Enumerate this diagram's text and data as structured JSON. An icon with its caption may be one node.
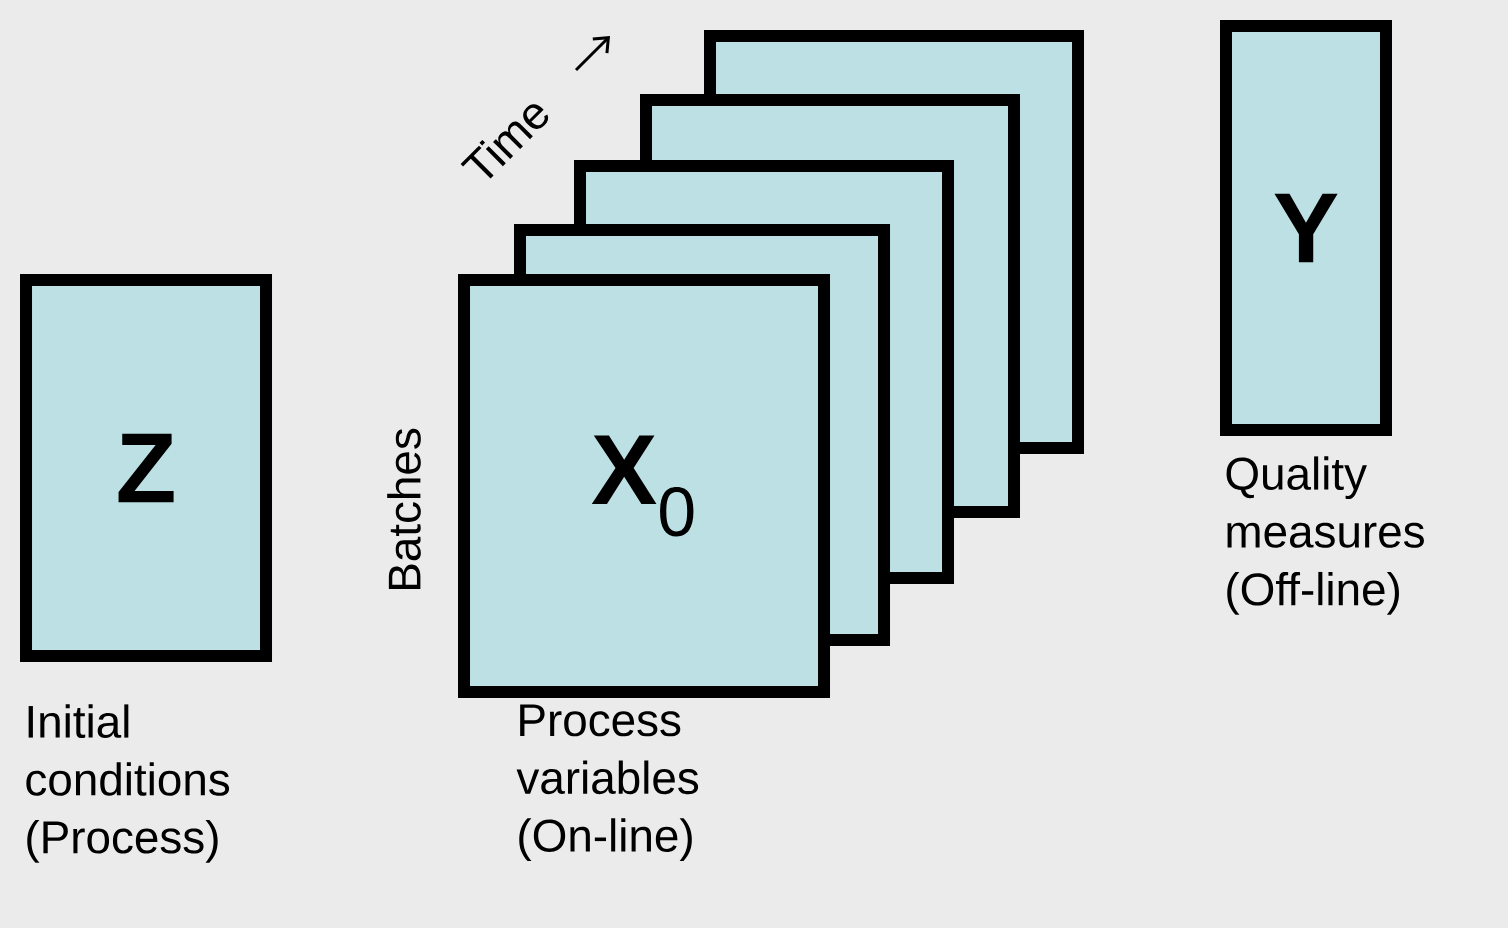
{
  "diagram": {
    "nodes": [
      {
        "text": [
          "Z"
        ],
        "beside": [
          "Initial conditions (Process)"
        ]
      },
      {
        "text": [],
        "shape": "box"
      },
      {
        "text": [],
        "shape": "box"
      },
      {
        "text": [],
        "shape": "box"
      },
      {
        "text": [],
        "shape": "box"
      },
      {
        "text": [
          "**X**$_{0}$"
        ],
        "beside": [
          "Process variables (On-line)"
        ]
      },
      {
        "text": [
          "Y"
        ],
        "beside": [
          "Quality measures (Off-line)"
        ]
      }
    ],
    "edges": [],
    "labels": [
      "Time",
      "Batches"
    ]
  }
}
